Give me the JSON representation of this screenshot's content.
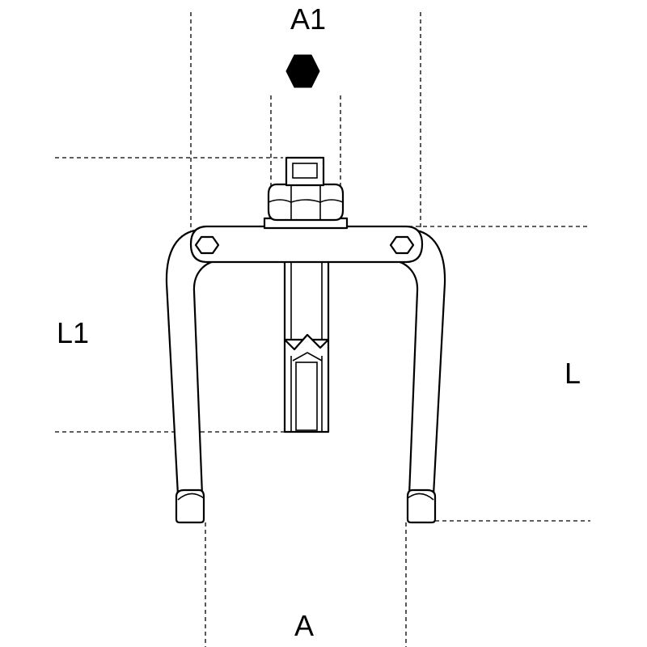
{
  "labels": {
    "a1": "A1",
    "l1": "L1",
    "l": "L",
    "a": "A"
  },
  "colors": {
    "line": "#000000",
    "background": "#ffffff"
  },
  "icons": {
    "hex_symbol": "hexagon-icon"
  }
}
